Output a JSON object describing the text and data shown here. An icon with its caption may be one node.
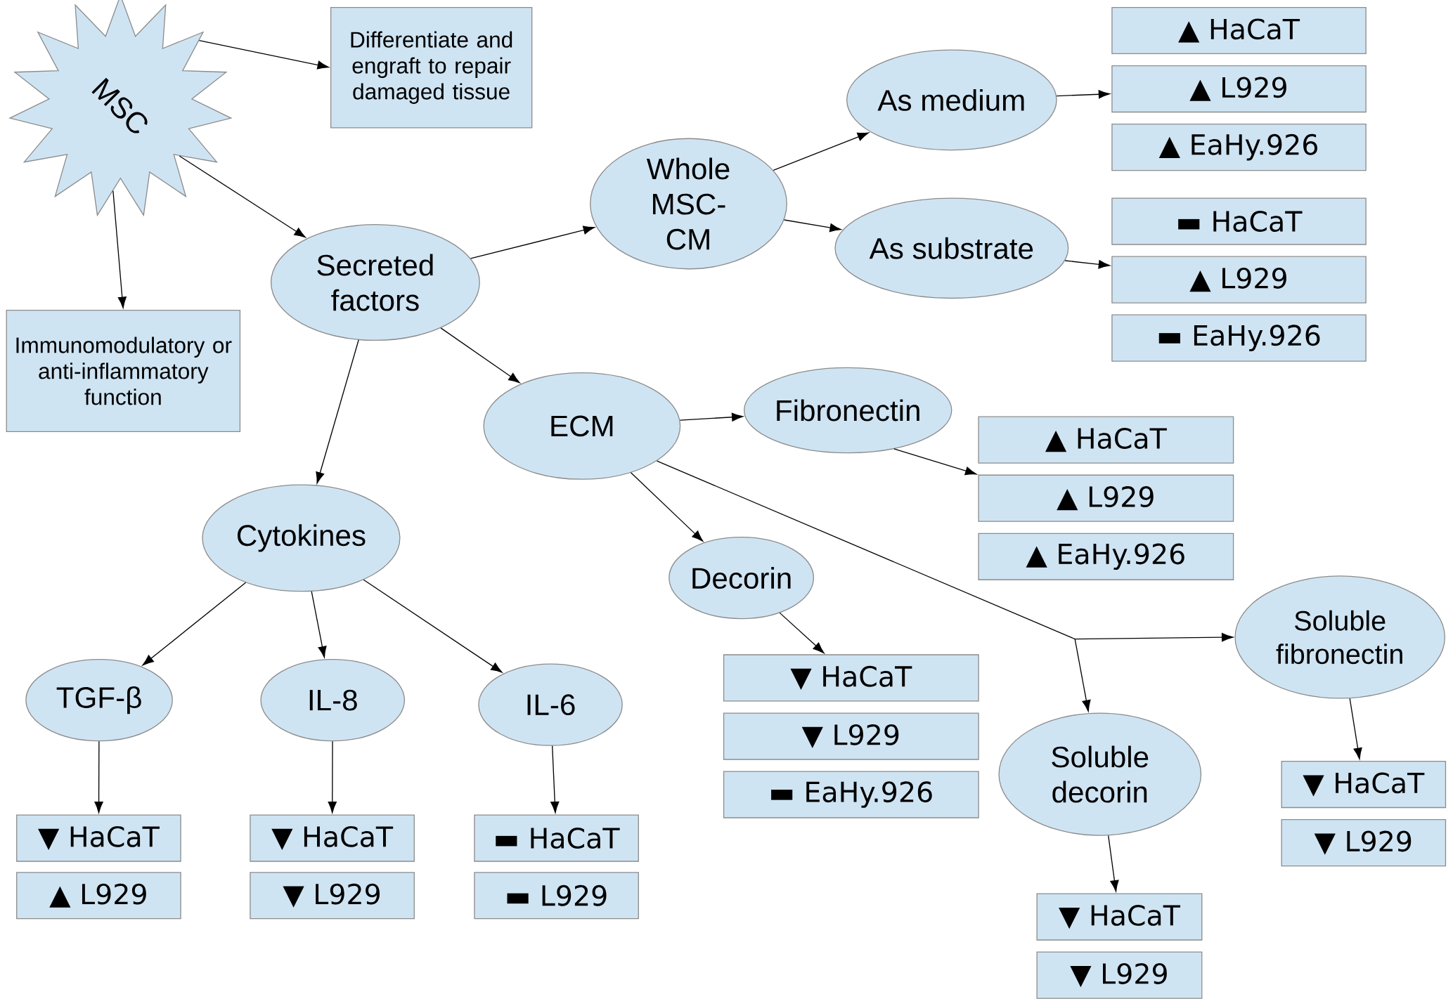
{
  "diagram": {
    "nodes": [
      {
        "text": [
          "MSC"
        ]
      },
      {
        "text": [
          "Differentiate and engraft to repair damaged tissue"
        ]
      },
      {
        "text": [
          "Immunomodulatory or anti-inflammatory function"
        ]
      },
      {
        "text": [
          "Secreted factors"
        ]
      },
      {
        "text": [
          "Whole MSC-CM"
        ]
      },
      {
        "text": [
          "As medium"
        ]
      },
      {
        "text": [
          "As substrate"
        ]
      },
      {
        "text": [
          "▲ HaCaT"
        ]
      },
      {
        "text": [
          "▲ L929"
        ]
      },
      {
        "text": [
          "▲ EaHy.926"
        ]
      },
      {
        "text": [
          "▬ HaCaT"
        ]
      },
      {
        "text": [
          "▲ L929"
        ]
      },
      {
        "text": [
          "▬ EaHy.926"
        ]
      },
      {
        "text": [
          "ECM"
        ]
      },
      {
        "text": [
          "Fibronectin"
        ]
      },
      {
        "text": [
          "▲ HaCaT"
        ]
      },
      {
        "text": [
          "▲ L929"
        ]
      },
      {
        "text": [
          "▲ EaHy.926"
        ]
      },
      {
        "text": [
          "Decorin"
        ]
      },
      {
        "text": [
          "▼ HaCaT"
        ]
      },
      {
        "text": [
          "▼ L929"
        ]
      },
      {
        "text": [
          "▬ EaHy.926"
        ]
      },
      {
        "text": [
          "Soluble decorin"
        ]
      },
      {
        "text": [
          "Soluble fibronectin"
        ]
      },
      {
        "text": [
          "▼ HaCaT"
        ]
      },
      {
        "text": [
          "▼ L929"
        ]
      },
      {
        "text": [
          "▼ HaCaT"
        ]
      },
      {
        "text": [
          "▼ L929"
        ]
      },
      {
        "text": [
          "Cytokines"
        ]
      },
      {
        "text": [
          "TGF-β"
        ]
      },
      {
        "text": [
          "IL-8"
        ]
      },
      {
        "text": [
          "IL-6"
        ]
      },
      {
        "text": [
          "▼ HaCaT"
        ]
      },
      {
        "text": [
          "▲ L929"
        ]
      },
      {
        "text": [
          "▼ HaCaT"
        ]
      },
      {
        "text": [
          "▼ L929"
        ]
      },
      {
        "text": [
          "▬ HaCaT"
        ]
      },
      {
        "text": [
          "▬ L929"
        ]
      }
    ],
    "edges": [
      {
        "from": 0,
        "to": 1,
        "arrow": "to"
      },
      {
        "from": 0,
        "to": 2,
        "arrow": "to"
      },
      {
        "from": 0,
        "to": 3,
        "arrow": "to"
      },
      {
        "from": 3,
        "to": 4,
        "arrow": "to"
      },
      {
        "from": 3,
        "to": 13,
        "arrow": "to"
      },
      {
        "from": 3,
        "to": 28,
        "arrow": "to"
      },
      {
        "from": 4,
        "to": 5,
        "arrow": "to"
      },
      {
        "from": 4,
        "to": 6,
        "arrow": "to"
      },
      {
        "from": 5,
        "to": 8,
        "arrow": "to"
      },
      {
        "from": 6,
        "to": 11,
        "arrow": "to"
      },
      {
        "from": 13,
        "to": 14,
        "arrow": "to"
      },
      {
        "from": 13,
        "to": 18,
        "arrow": "to"
      },
      {
        "from": 13,
        "to": 22,
        "arrow": "to"
      },
      {
        "from": 13,
        "to": 23,
        "arrow": "to"
      },
      {
        "from": 14,
        "to": 16,
        "arrow": "to"
      },
      {
        "from": 18,
        "to": 19,
        "arrow": "to"
      },
      {
        "from": 22,
        "to": 24,
        "arrow": "to"
      },
      {
        "from": 23,
        "to": 26,
        "arrow": "to"
      },
      {
        "from": 28,
        "to": 29,
        "arrow": "to"
      },
      {
        "from": 28,
        "to": 30,
        "arrow": "to"
      },
      {
        "from": 28,
        "to": 31,
        "arrow": "to"
      },
      {
        "from": 29,
        "to": 32,
        "arrow": "to"
      },
      {
        "from": 30,
        "to": 34,
        "arrow": "to"
      },
      {
        "from": 31,
        "to": 36,
        "arrow": "to"
      }
    ]
  }
}
